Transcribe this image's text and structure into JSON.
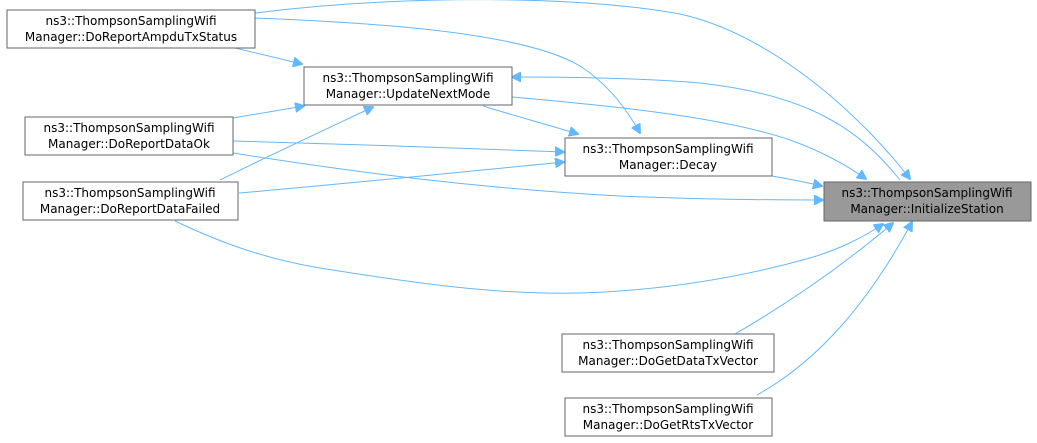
{
  "colors": {
    "edge": "#63b8ff",
    "node_border": "#666666",
    "node_fill": "#ffffff",
    "target_fill": "#999999",
    "text": "#000000"
  },
  "nodes": {
    "ampdu": {
      "line1": "ns3::ThompsonSamplingWifi",
      "line2": "Manager::DoReportAmpduTxStatus"
    },
    "update": {
      "line1": "ns3::ThompsonSamplingWifi",
      "line2": "Manager::UpdateNextMode"
    },
    "ok": {
      "line1": "ns3::ThompsonSamplingWifi",
      "line2": "Manager::DoReportDataOk"
    },
    "failed": {
      "line1": "ns3::ThompsonSamplingWifi",
      "line2": "Manager::DoReportDataFailed"
    },
    "decay": {
      "line1": "ns3::ThompsonSamplingWifi",
      "line2": "Manager::Decay"
    },
    "init": {
      "line1": "ns3::ThompsonSamplingWifi",
      "line2": "Manager::InitializeStation"
    },
    "data_tx": {
      "line1": "ns3::ThompsonSamplingWifi",
      "line2": "Manager::DoGetDataTxVector"
    },
    "rts_tx": {
      "line1": "ns3::ThompsonSamplingWifi",
      "line2": "Manager::DoGetRtsTxVector"
    }
  },
  "edges": [
    {
      "from": "ampdu",
      "to": "update"
    },
    {
      "from": "ampdu",
      "to": "decay"
    },
    {
      "from": "ampdu",
      "to": "init"
    },
    {
      "from": "update",
      "to": "decay"
    },
    {
      "from": "update",
      "to": "init"
    },
    {
      "from": "ok",
      "to": "update"
    },
    {
      "from": "ok",
      "to": "decay"
    },
    {
      "from": "ok",
      "to": "init"
    },
    {
      "from": "failed",
      "to": "update"
    },
    {
      "from": "failed",
      "to": "decay"
    },
    {
      "from": "failed",
      "to": "init"
    },
    {
      "from": "decay",
      "to": "init"
    },
    {
      "from": "init",
      "to": "update"
    },
    {
      "from": "data_tx",
      "to": "init"
    },
    {
      "from": "rts_tx",
      "to": "init"
    }
  ]
}
